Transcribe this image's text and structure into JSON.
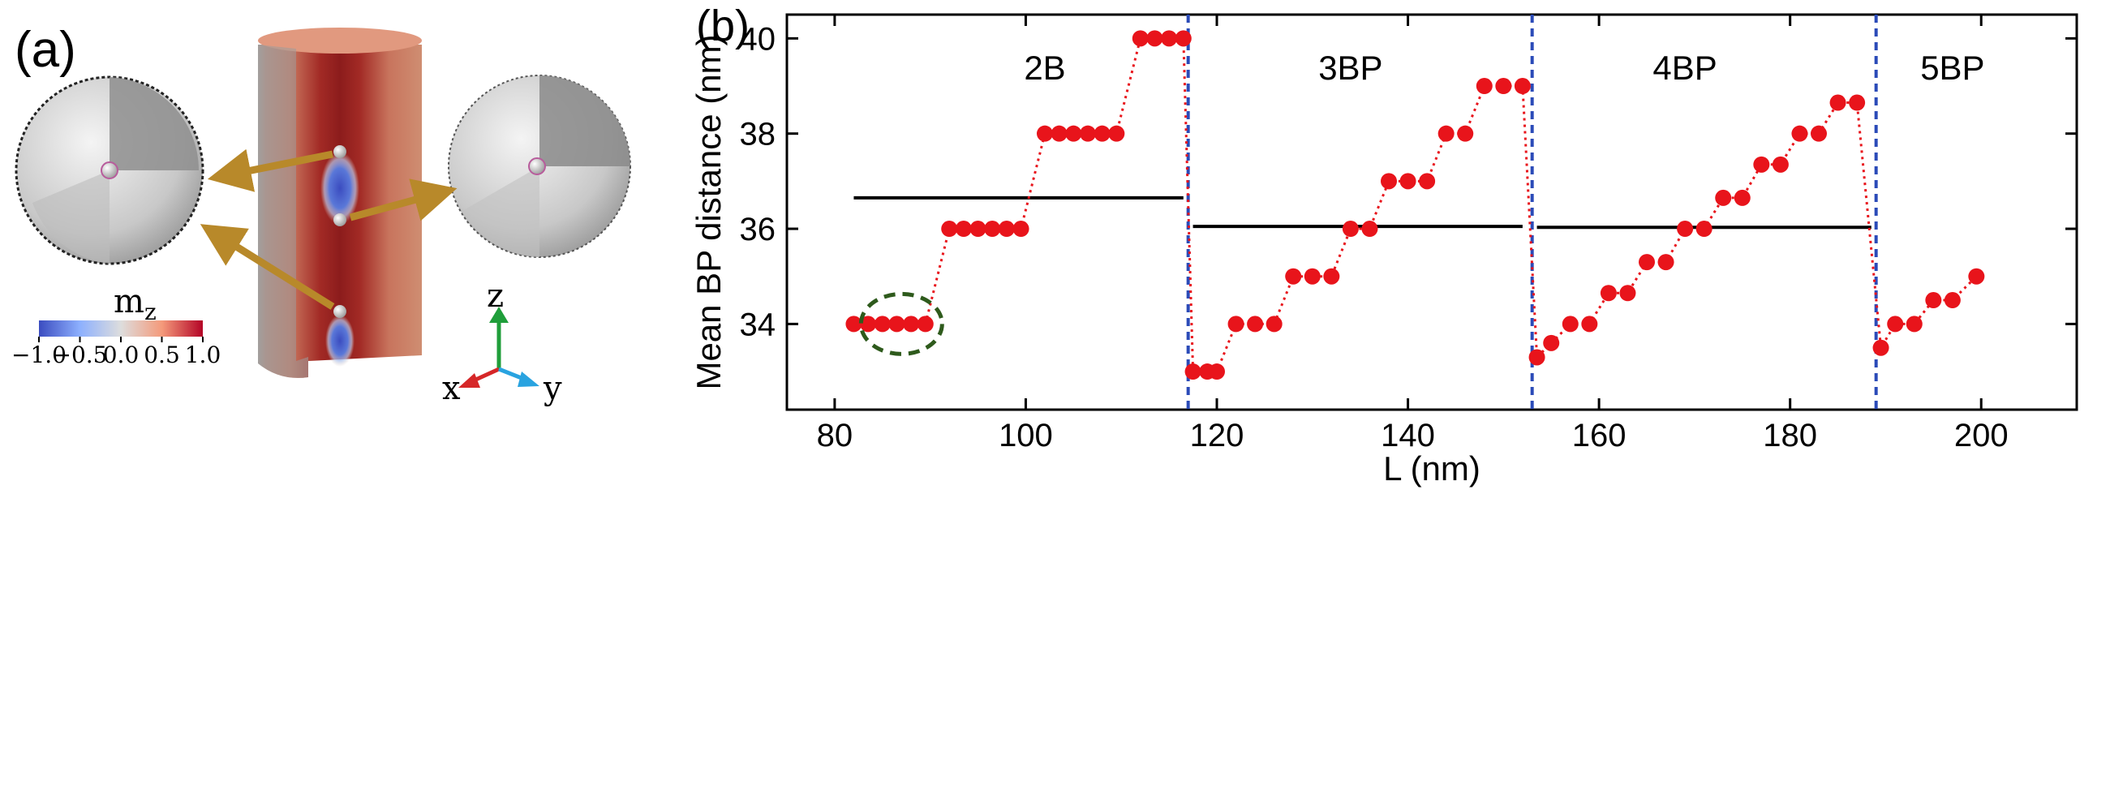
{
  "panel_a": {
    "label": "(a)",
    "colorbar": {
      "title_main": "m",
      "title_sub": "z",
      "ticks": [
        "−1.0",
        "−0.5",
        "0.0",
        "0.5",
        "1.0"
      ],
      "colors": [
        "#3b4cc0",
        "#a7c5fd",
        "#dddddd",
        "#f49a7b",
        "#b40426"
      ]
    },
    "axes_labels": {
      "x": "x",
      "y": "y",
      "z": "z"
    },
    "axes_colors": {
      "x": "#d62728",
      "y": "#29a3e0",
      "z": "#1f9e3a"
    },
    "arrow_color": "#b8892a"
  },
  "chart_data": {
    "type": "scatter",
    "panel_label": "(b)",
    "xlabel": "L (nm)",
    "ylabel": "Mean BP distance (nm)",
    "xlim": [
      75,
      210
    ],
    "ylim": [
      32.2,
      40.5
    ],
    "xticks": [
      80,
      100,
      120,
      140,
      160,
      180,
      200
    ],
    "yticks": [
      34,
      36,
      38,
      40
    ],
    "marker_color": "#e8141b",
    "connector_style": "dotted",
    "points": [
      [
        82,
        34
      ],
      [
        83.5,
        34
      ],
      [
        85,
        34
      ],
      [
        86.5,
        34
      ],
      [
        88,
        34
      ],
      [
        89.5,
        34
      ],
      [
        92,
        36
      ],
      [
        93.5,
        36
      ],
      [
        95,
        36
      ],
      [
        96.5,
        36
      ],
      [
        98,
        36
      ],
      [
        99.5,
        36
      ],
      [
        102,
        38
      ],
      [
        103.5,
        38
      ],
      [
        105,
        38
      ],
      [
        106.5,
        38
      ],
      [
        108,
        38
      ],
      [
        109.5,
        38
      ],
      [
        112,
        40
      ],
      [
        113.5,
        40
      ],
      [
        115,
        40
      ],
      [
        116.5,
        40
      ],
      [
        117.5,
        33
      ],
      [
        119,
        33
      ],
      [
        120,
        33
      ],
      [
        122,
        34
      ],
      [
        124,
        34
      ],
      [
        126,
        34
      ],
      [
        128,
        35
      ],
      [
        130,
        35
      ],
      [
        132,
        35
      ],
      [
        134,
        36
      ],
      [
        136,
        36
      ],
      [
        138,
        37
      ],
      [
        140,
        37
      ],
      [
        142,
        37
      ],
      [
        144,
        38
      ],
      [
        146,
        38
      ],
      [
        148,
        39
      ],
      [
        150,
        39
      ],
      [
        152,
        39
      ],
      [
        153.5,
        33.3
      ],
      [
        155,
        33.6
      ],
      [
        157,
        34
      ],
      [
        159,
        34
      ],
      [
        161,
        34.65
      ],
      [
        163,
        34.65
      ],
      [
        165,
        35.3
      ],
      [
        167,
        35.3
      ],
      [
        169,
        36
      ],
      [
        171,
        36
      ],
      [
        173,
        36.65
      ],
      [
        175,
        36.65
      ],
      [
        177,
        37.35
      ],
      [
        179,
        37.35
      ],
      [
        181,
        38
      ],
      [
        183,
        38
      ],
      [
        185,
        38.65
      ],
      [
        187,
        38.65
      ],
      [
        189.5,
        33.5
      ],
      [
        191,
        34
      ],
      [
        193,
        34
      ],
      [
        195,
        34.5
      ],
      [
        197,
        34.5
      ],
      [
        199.5,
        35
      ]
    ],
    "mean_lines": [
      {
        "x": [
          82,
          116.5
        ],
        "y": 36.65
      },
      {
        "x": [
          117.5,
          152
        ],
        "y": 36.05
      },
      {
        "x": [
          153.5,
          188.5
        ],
        "y": 36.03
      }
    ],
    "boundaries": [
      117,
      153,
      189
    ],
    "regions": [
      {
        "label": "2B",
        "x": 102
      },
      {
        "label": "3BP",
        "x": 134
      },
      {
        "label": "4BP",
        "x": 169
      },
      {
        "label": "5BP",
        "x": 197
      }
    ],
    "highlight": {
      "x": 87,
      "y": 34
    }
  }
}
